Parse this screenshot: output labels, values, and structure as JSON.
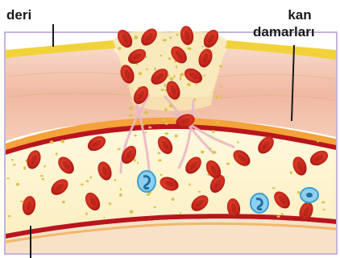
{
  "labels": {
    "skin": "deri",
    "vessel_line1": "kan",
    "vessel_line2": "damarları"
  },
  "colors": {
    "skin_surface": "#f2d23a",
    "dermis": "#f0b8a0",
    "dermis_light": "#f6d3c2",
    "vessel_wall": "#b8161c",
    "vessel_wall_outer": "#f4a23a",
    "plasma": "#fbf4d2",
    "red_cell": "#c8261a",
    "red_cell_dark": "#8e1410",
    "white_cell": "#3a9fd4",
    "platelet": "#d9c24a",
    "fibrin": "#e7b9c7",
    "frame": "#b39bd0"
  }
}
